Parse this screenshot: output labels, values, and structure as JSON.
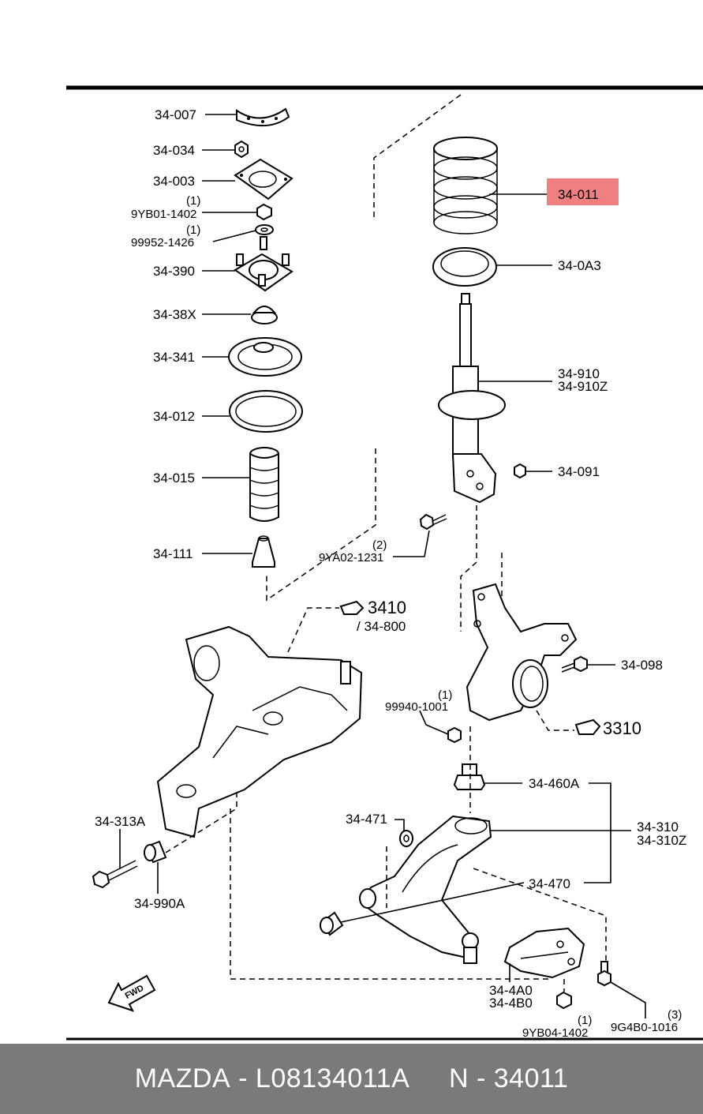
{
  "parts": {
    "p34007": "34-007",
    "p34034": "34-034",
    "p34003": "34-003",
    "q9yb01": "(1)",
    "p9yb01": "9YB01-1402",
    "q99952": "(1)",
    "p99952": "99952-1426",
    "p34390": "34-390",
    "p3438x": "34-38X",
    "p34341": "34-341",
    "p34012": "34-012",
    "p34015": "34-015",
    "p34111": "34-111",
    "q9ya02": "(2)",
    "p9ya02": "9YA02-1231",
    "p34011": "34-011",
    "p340a3": "34-0A3",
    "p34910": "34-910",
    "p34910z": "34-910Z",
    "p34091": "34-091",
    "r3410": "3410",
    "r34800": "/ 34-800",
    "p34098": "34-098",
    "q99940": "(1)",
    "p99940": "99940-1001",
    "r3310": "3310",
    "p34460a": "34-460A",
    "p34471": "34-471",
    "p34310": "34-310",
    "p34310z": "34-310Z",
    "p34313a": "34-313A",
    "p34470": "34-470",
    "p34990a": "34-990A",
    "p344a0": "34-4A0",
    "p344b0": "34-4B0",
    "q9yb04": "(1)",
    "p9yb04": "9YB04-1402",
    "q9g4b0": "(3)",
    "p9g4b0": "9G4B0-1016",
    "fwd": "FWD"
  },
  "highlight_color": "#f08080",
  "footer": {
    "brand": "MAZDA",
    "sep1": " - ",
    "part_number": "L08134011A",
    "gap": "     ",
    "ref_prefix": "N",
    "sep2": " - ",
    "ref_number": "34011"
  }
}
